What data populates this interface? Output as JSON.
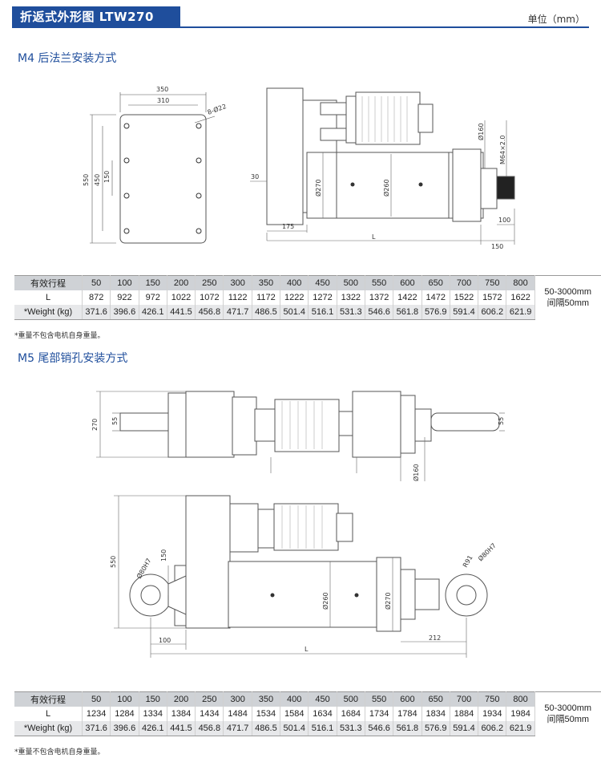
{
  "header": {
    "title": "折返式外形图  LTW270",
    "unit": "单位（mm）"
  },
  "sections": [
    {
      "title": "M4 后法兰安装方式",
      "table": {
        "row_labels": [
          "有效行程",
          "L",
          "*Weight (kg)"
        ],
        "strokes": [
          "50",
          "100",
          "150",
          "200",
          "250",
          "300",
          "350",
          "400",
          "450",
          "500",
          "550",
          "600",
          "650",
          "700",
          "750",
          "800"
        ],
        "L": [
          "872",
          "922",
          "972",
          "1022",
          "1072",
          "1122",
          "1172",
          "1222",
          "1272",
          "1322",
          "1372",
          "1422",
          "1472",
          "1522",
          "1572",
          "1622"
        ],
        "weight": [
          "371.6",
          "396.6",
          "426.1",
          "441.5",
          "456.8",
          "471.7",
          "486.5",
          "501.4",
          "516.1",
          "531.3",
          "546.6",
          "561.8",
          "576.9",
          "591.4",
          "606.2",
          "621.9"
        ],
        "note_line1": "50-3000mm",
        "note_line2": "间隔50mm"
      },
      "footnote": "*重量不包含电机自身重量。",
      "dims": {
        "d350": "350",
        "d310": "310",
        "d550": "550",
        "d450": "450",
        "d150": "150",
        "holes": "8-Ø22",
        "d30": "30",
        "d175": "175",
        "dL": "L",
        "d150b": "150",
        "d100": "100",
        "d270": "Ø270",
        "d260": "Ø260",
        "d160": "Ø160",
        "thread": "M64×2.0"
      }
    },
    {
      "title": "M5 尾部销孔安装方式",
      "table": {
        "row_labels": [
          "有效行程",
          "L",
          "*Weight (kg)"
        ],
        "strokes": [
          "50",
          "100",
          "150",
          "200",
          "250",
          "300",
          "350",
          "400",
          "450",
          "500",
          "550",
          "600",
          "650",
          "700",
          "750",
          "800"
        ],
        "L": [
          "1234",
          "1284",
          "1334",
          "1384",
          "1434",
          "1484",
          "1534",
          "1584",
          "1634",
          "1684",
          "1734",
          "1784",
          "1834",
          "1884",
          "1934",
          "1984"
        ],
        "weight": [
          "371.6",
          "396.6",
          "426.1",
          "441.5",
          "456.8",
          "471.7",
          "486.5",
          "501.4",
          "516.1",
          "531.3",
          "546.6",
          "561.8",
          "576.9",
          "591.4",
          "606.2",
          "621.9"
        ],
        "note_line1": "50-3000mm",
        "note_line2": "间隔50mm"
      },
      "footnote": "*重量不包含电机自身重量。",
      "dims": {
        "d270": "270",
        "d55a": "55",
        "d55b": "55",
        "d160": "Ø160",
        "d550": "550",
        "d150": "150",
        "d80a": "Ø80H7",
        "d100": "100",
        "dL": "L",
        "d260": "Ø260",
        "d270b": "Ø270",
        "d212": "212",
        "r91": "R91",
        "d80b": "Ø80H7"
      }
    }
  ]
}
